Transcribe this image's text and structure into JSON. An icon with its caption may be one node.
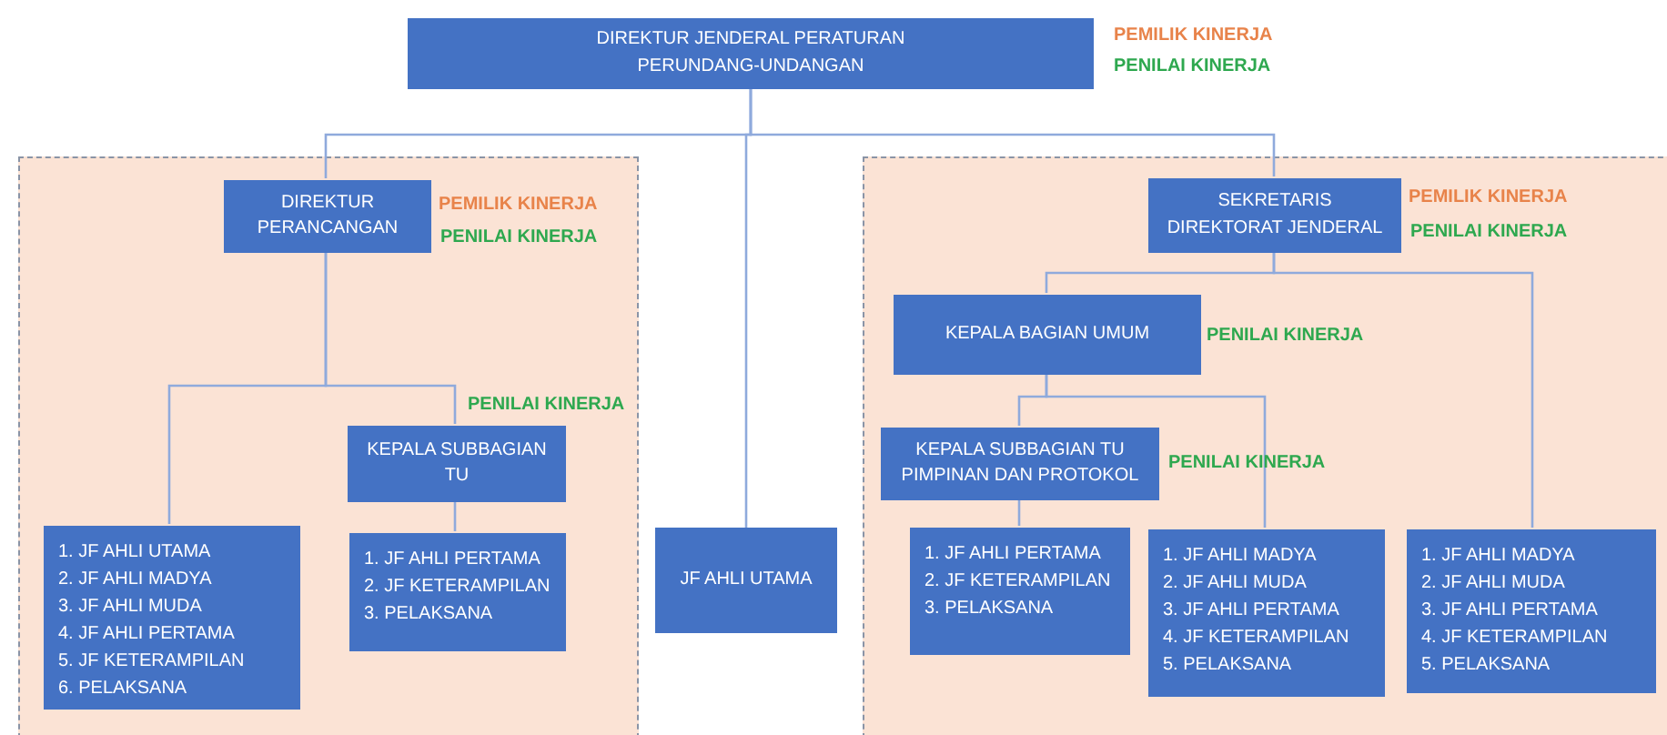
{
  "diagram": {
    "nodes": [
      {
        "text": [
          "DIREKTUR JENDERAL PERATURAN PERUNDANG-UNDANGAN"
        ],
        "beside": [
          "PEMILIK KINERJA",
          "PENILAI KINERJA"
        ]
      },
      {
        "text": [],
        "shape": "box"
      },
      {
        "text": [
          "DIREKTUR PERANCANGAN"
        ],
        "in": 1,
        "beside": [
          "PEMILIK KINERJA",
          "PENILAI KINERJA"
        ]
      },
      {
        "text": [
          "KEPALA SUBBAGIAN TU"
        ],
        "in": 1,
        "beside": [
          "PENILAI KINERJA"
        ]
      },
      {
        "text": [
          "1. JF AHLI UTAMA",
          "2. JF AHLI MADYA",
          "3. JF AHLI MUDA",
          "4. JF AHLI PERTAMA",
          "5. JF KETERAMPILAN",
          "6. PELAKSANA"
        ],
        "in": 1
      },
      {
        "text": [
          "1. JF AHLI PERTAMA",
          "2. JF KETERAMPILAN",
          "3. PELAKSANA"
        ],
        "in": 1
      },
      {
        "text": [
          "JF AHLI UTAMA"
        ]
      },
      {
        "text": [],
        "shape": "box"
      },
      {
        "text": [
          "SEKRETARIS DIREKTORAT JENDERAL"
        ],
        "in": 7,
        "beside": [
          "PEMILIK KINERJA",
          "PENILAI KINERJA"
        ]
      },
      {
        "text": [
          "KEPALA BAGIAN UMUM"
        ],
        "in": 7,
        "beside": [
          "PENILAI KINERJA"
        ]
      },
      {
        "text": [
          "KEPALA SUBBAGIAN TU PIMPINAN DAN PROTOKOL"
        ],
        "in": 7,
        "beside": [
          "PENILAI KINERJA"
        ]
      },
      {
        "text": [
          "1. JF AHLI PERTAMA",
          "2. JF KETERAMPILAN",
          "3. PELAKSANA"
        ],
        "in": 7
      },
      {
        "text": [
          "1. JF AHLI MADYA",
          "2. JF AHLI MUDA",
          "3. JF AHLI PERTAMA",
          "4. JF KETERAMPILAN",
          "5. PELAKSANA"
        ],
        "in": 7
      },
      {
        "text": [
          "1. JF AHLI MADYA",
          "2. JF AHLI MUDA",
          "3. JF AHLI PERTAMA",
          "4. JF KETERAMPILAN",
          "5. PELAKSANA"
        ],
        "in": 7
      }
    ],
    "edges": [
      {
        "from": 0,
        "to": 2,
        "arrow": "none"
      },
      {
        "from": 0,
        "to": 6,
        "arrow": "none"
      },
      {
        "from": 0,
        "to": 8,
        "arrow": "none"
      },
      {
        "from": 2,
        "to": 4,
        "arrow": "none"
      },
      {
        "from": 2,
        "to": 3,
        "arrow": "none"
      },
      {
        "from": 3,
        "to": 5,
        "arrow": "none"
      },
      {
        "from": 8,
        "to": 9,
        "arrow": "none"
      },
      {
        "from": 8,
        "to": 13,
        "arrow": "none"
      },
      {
        "from": 9,
        "to": 10,
        "arrow": "none"
      },
      {
        "from": 9,
        "to": 12,
        "arrow": "none"
      },
      {
        "from": 10,
        "to": 11,
        "arrow": "none"
      }
    ]
  }
}
